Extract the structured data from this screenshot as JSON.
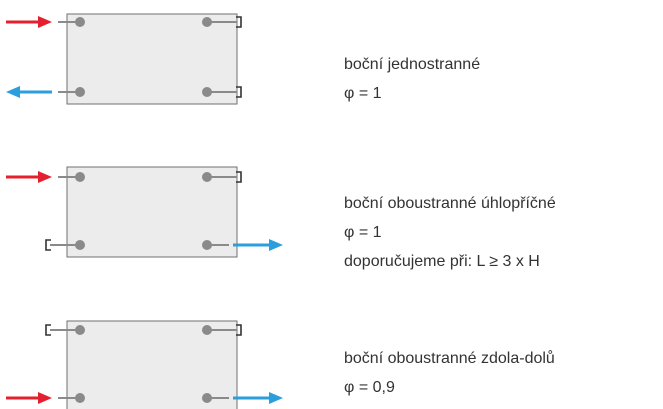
{
  "colors": {
    "panel_fill": "#ececec",
    "panel_border": "#6f6f6f",
    "pipe": "#8a8a8a",
    "valve": "#8a8a8a",
    "inlet_arrow": "#e3202d",
    "outlet_arrow": "#2a9fdc",
    "cap": "#333333",
    "text": "#333333"
  },
  "connections": [
    {
      "name": "bocni-jednostranne",
      "lines": [
        "boční jednostranné",
        "φ = 1"
      ],
      "ports": {
        "top_left": "inlet",
        "top_right": "closed",
        "bottom_left": "outlet",
        "bottom_right": "closed"
      }
    },
    {
      "name": "bocni-oboustranne-uhlopricne",
      "lines": [
        "boční oboustranné úhlopříčné",
        "φ = 1",
        "doporučujeme při: L ≥ 3 x H"
      ],
      "ports": {
        "top_left": "inlet",
        "top_right": "closed",
        "bottom_left": "closed",
        "bottom_right": "outlet"
      }
    },
    {
      "name": "bocni-oboustranne-zdola-dolu",
      "lines": [
        "boční oboustranné zdola-dolů",
        "φ = 0,9"
      ],
      "ports": {
        "top_left": "closed",
        "top_right": "closed",
        "bottom_left": "inlet",
        "bottom_right": "outlet"
      }
    }
  ]
}
